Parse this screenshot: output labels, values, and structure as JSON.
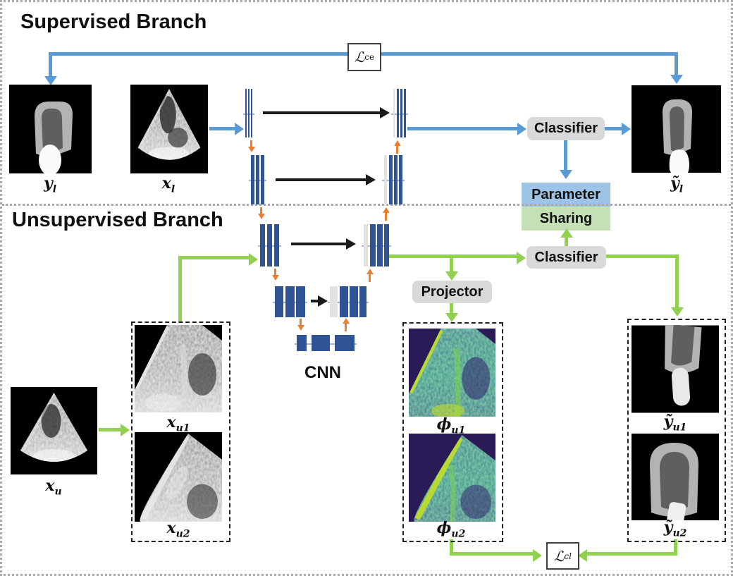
{
  "titles": {
    "supervised": "Supervised Branch",
    "unsupervised": "Unsupervised Branch",
    "cnn": "CNN"
  },
  "losses": {
    "ce": {
      "symbol": "ℒ",
      "sub": "ce"
    },
    "cl": {
      "symbol": "ℒ",
      "sub": "cl"
    }
  },
  "modules": {
    "classifier_supervised": "Classifier",
    "classifier_unsupervised": "Classifier",
    "projector": "Projector",
    "parameter": "Parameter",
    "sharing": "Sharing"
  },
  "labels": {
    "y_l": {
      "base": "y",
      "sub": "l"
    },
    "x_l": {
      "base": "x",
      "sub": "l"
    },
    "y_l_hat": {
      "base": "ỹ",
      "sub": "l"
    },
    "x_u": {
      "base": "x",
      "sub": "u"
    },
    "x_u1": {
      "base": "x",
      "sub": "u1"
    },
    "x_u2": {
      "base": "x",
      "sub": "u2"
    },
    "phi_u1": {
      "base": "ϕ",
      "sub": "u1"
    },
    "phi_u2": {
      "base": "ϕ",
      "sub": "u2"
    },
    "y_u1_hat": {
      "base": "ỹ",
      "sub": "u1"
    },
    "y_u2_hat": {
      "base": "ỹ",
      "sub": "u2"
    }
  },
  "colors": {
    "supervised_flow": "#5B9BD5",
    "unsupervised_flow": "#92D050",
    "pool_upsample_arrows": "#ED7D31",
    "conv_bar": "#2E5496",
    "module_box": "#D9D9D9",
    "parameter_fill": "#9DC3E6",
    "sharing_fill": "#C5E0B4"
  }
}
